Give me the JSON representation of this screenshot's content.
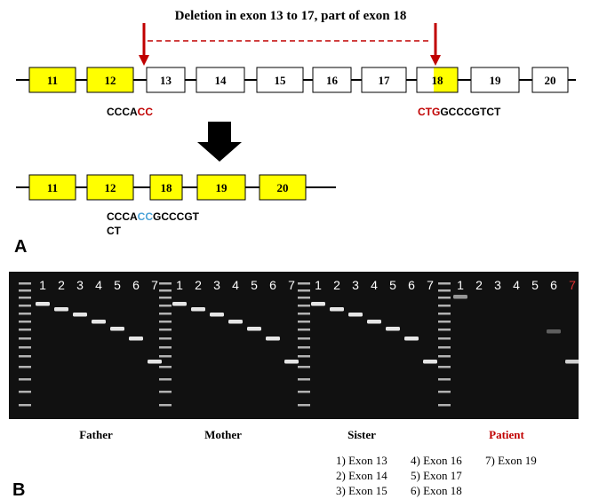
{
  "panel_a": {
    "label": "A",
    "deletion_title": "Deletion in exon 13 to 17, part of exon 18",
    "top_exons": [
      "11",
      "12",
      "13",
      "14",
      "15",
      "16",
      "17",
      "18",
      "19",
      "20"
    ],
    "top_exon_colors": [
      "#ffff00",
      "#ffff00",
      "#ffffff",
      "#ffffff",
      "#ffffff",
      "#ffffff",
      "#ffffff",
      "split",
      "#ffffff",
      "#ffffff"
    ],
    "left_seq_black": "CCCA",
    "left_seq_red": "CC",
    "right_seq_red": "CTG",
    "right_seq_black": "GCCCGTCT",
    "bottom_exons": [
      "11",
      "12",
      "18",
      "19",
      "20"
    ],
    "fused_seq_black1": "CCCA",
    "fused_seq_blue": "CC",
    "fused_seq_black2": "GCCCGT",
    "fused_seq_line2": "CT",
    "colors": {
      "exon_yellow": "#ffff00",
      "deletion_red": "#c00000",
      "junction_blue": "#4ba3d8"
    }
  },
  "panel_b": {
    "label": "B",
    "gel_groups": [
      {
        "name": "Father",
        "lane_numbers": [
          "1",
          "2",
          "3",
          "4",
          "5",
          "6",
          "7"
        ]
      },
      {
        "name": "Mother",
        "lane_numbers": [
          "1",
          "2",
          "3",
          "4",
          "5",
          "6",
          "7"
        ]
      },
      {
        "name": "Sister",
        "lane_numbers": [
          "1",
          "2",
          "3",
          "4",
          "5",
          "6",
          "7"
        ]
      },
      {
        "name": "Patient",
        "lane_numbers": [
          "1",
          "2",
          "3",
          "4",
          "5",
          "6",
          "7"
        ]
      }
    ],
    "patient_color": "#c00000",
    "legend": [
      "1) Exon 13",
      "4) Exon 16",
      "7) Exon 19",
      "2) Exon 14",
      "5) Exon 17",
      "3) Exon 15",
      "6) Exon 18"
    ]
  }
}
